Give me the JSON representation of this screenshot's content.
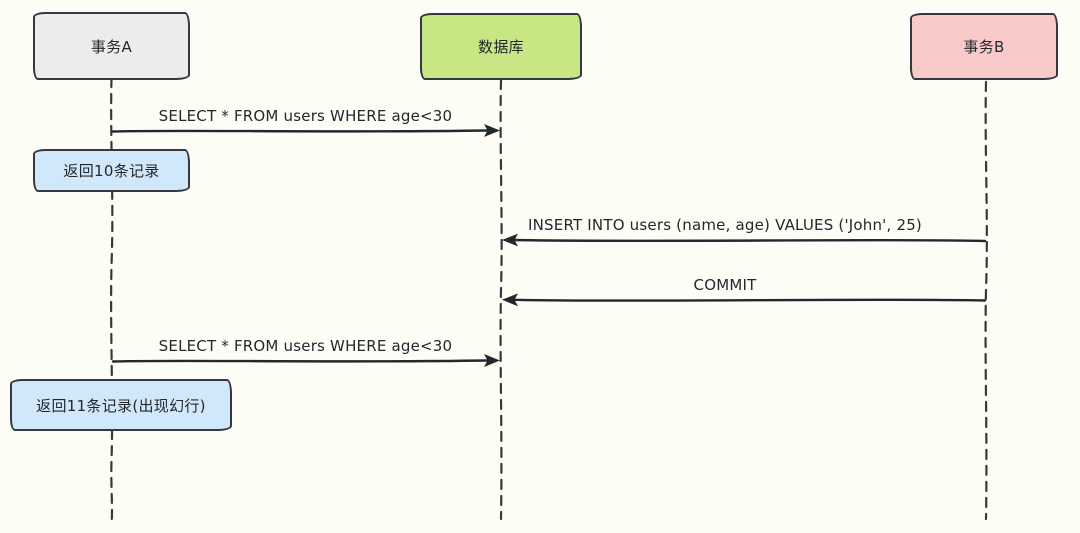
{
  "diagram": {
    "kind": "sequence-diagram",
    "background_color": "#fdfdf6",
    "stroke_color": "#33393f",
    "actors": [
      {
        "label": "事务A",
        "fill": "#ececec"
      },
      {
        "label": "数据库",
        "fill": "#c6e784"
      },
      {
        "label": "事务B",
        "fill": "#f9caca"
      }
    ],
    "messages": [
      {
        "label": "SELECT * FROM users WHERE age<30",
        "from": "事务A",
        "to": "数据库",
        "direction": "right"
      },
      {
        "label": "INSERT INTO users (name, age) VALUES ('John', 25)",
        "from": "事务B",
        "to": "数据库",
        "direction": "left"
      },
      {
        "label": "COMMIT",
        "from": "事务B",
        "to": "数据库",
        "direction": "left"
      },
      {
        "label": "SELECT * FROM users WHERE age<30",
        "from": "事务A",
        "to": "数据库",
        "direction": "right"
      }
    ],
    "notes": [
      {
        "label": "返回10条记录",
        "on": "事务A",
        "fill": "#d0e8fa"
      },
      {
        "label": "返回11条记录(出现幻行)",
        "on": "事务A",
        "fill": "#d0e8fa"
      }
    ]
  }
}
